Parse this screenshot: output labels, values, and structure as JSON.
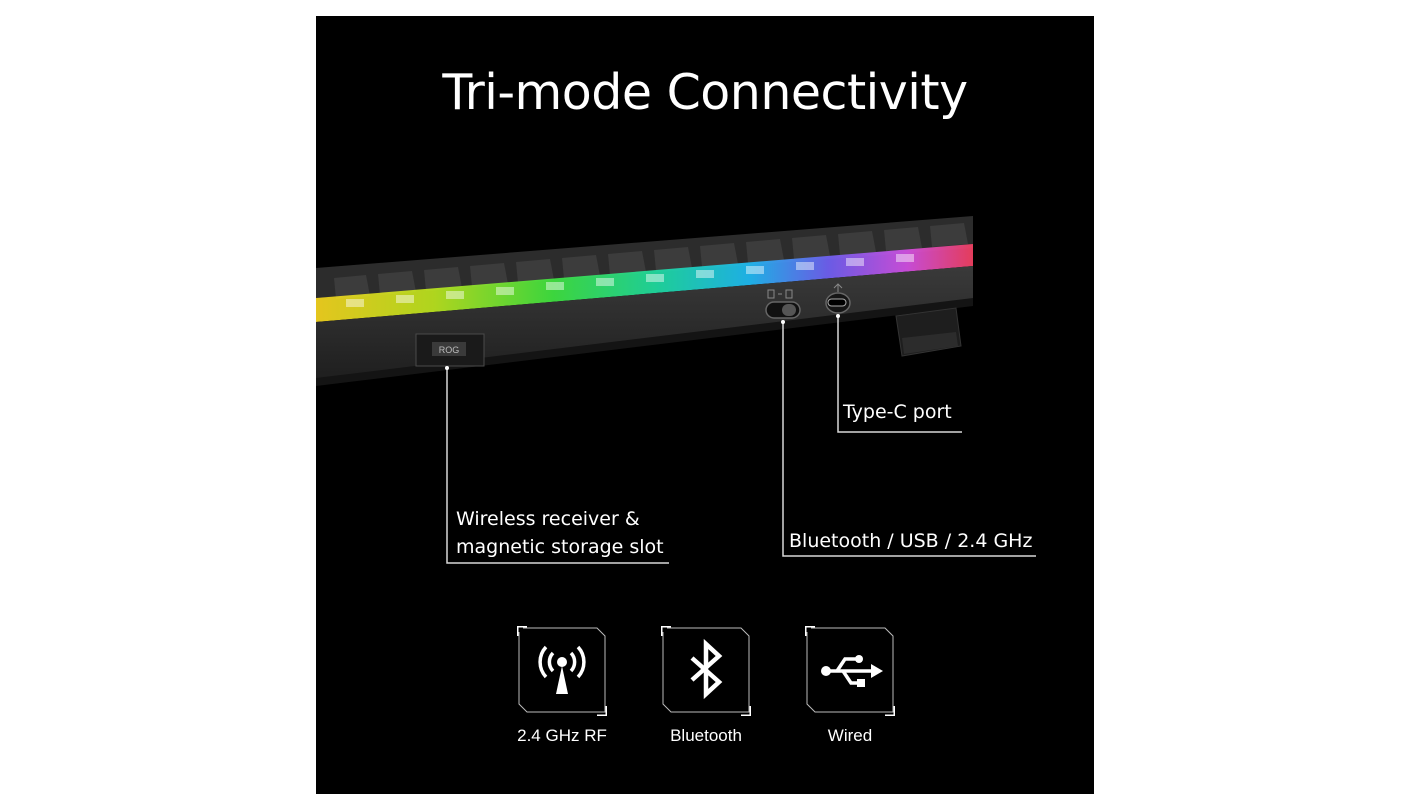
{
  "title": "Tri-mode Connectivity",
  "keyboard": {
    "badge": "ROG"
  },
  "callouts": {
    "type_c": "Type-C port",
    "switch": "Bluetooth / USB / 2.4 GHz",
    "receiver": "Wireless receiver &\nmagnetic storage slot"
  },
  "modes": [
    {
      "label": "2.4 GHz RF",
      "icon": "antenna-icon"
    },
    {
      "label": "Bluetooth",
      "icon": "bluetooth-icon"
    },
    {
      "label": "Wired",
      "icon": "usb-icon"
    }
  ],
  "colors": {
    "background": "#000000",
    "text": "#ffffff",
    "keyboard_body": "#2a2a2a"
  }
}
